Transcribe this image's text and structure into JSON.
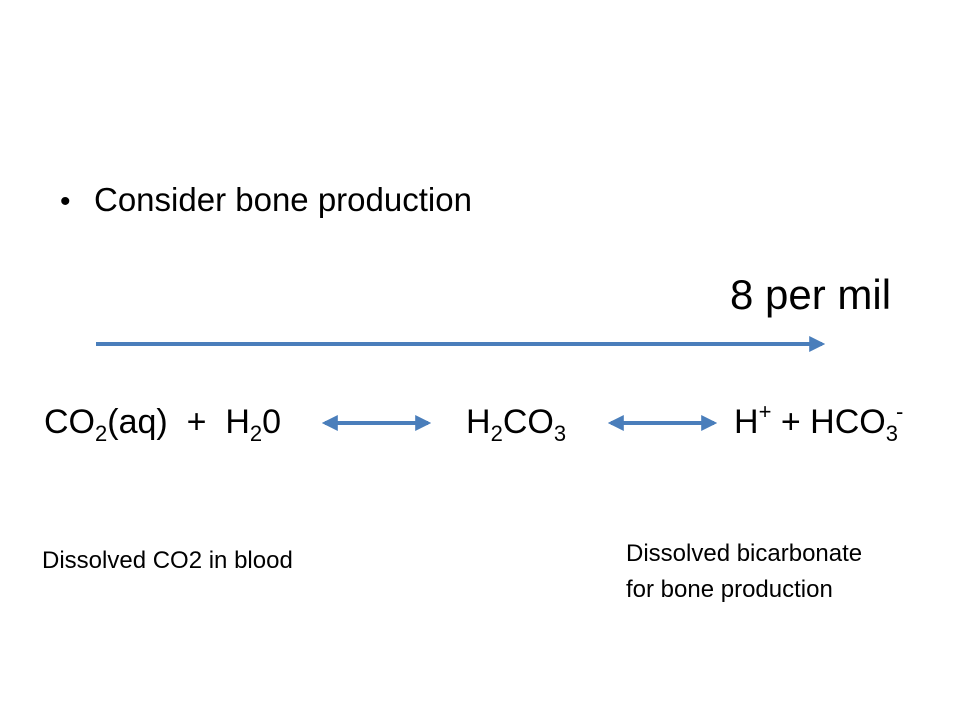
{
  "bullet": {
    "symbol": "•",
    "text": "Consider bone production"
  },
  "rate": {
    "text": "8 per mil"
  },
  "equation": {
    "left": {
      "a": "CO",
      "a_sub": "2",
      "b": "(aq)  +  H",
      "b_sub": "2",
      "c": "0"
    },
    "middle": {
      "a": "H",
      "a_sub": "2",
      "b": "CO",
      "b_sub": "3"
    },
    "right": {
      "a": "H",
      "a_sup": "+",
      "b": " + HCO",
      "b_sub": "3",
      "b_sup": "-"
    }
  },
  "labels": {
    "left": "Dissolved CO2 in blood",
    "right_line1": "Dissolved bicarbonate",
    "right_line2": "for bone production"
  },
  "colors": {
    "arrow": "#4a7ebb",
    "text": "#000000"
  }
}
